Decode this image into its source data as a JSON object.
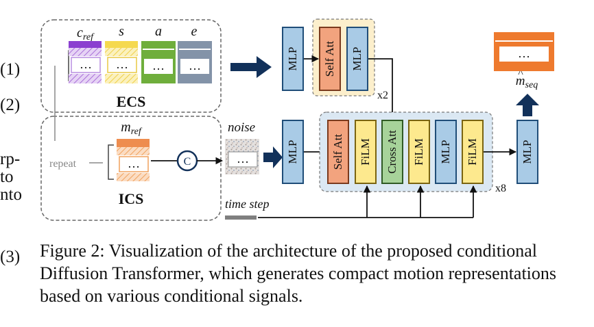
{
  "left_edge": {
    "eq1": "(1)",
    "eq2": "(2)",
    "eq3": "(3)",
    "cut_lines": [
      "rp-",
      "to",
      "nto"
    ]
  },
  "diagram": {
    "ecs": {
      "label": "ECS",
      "columns": [
        {
          "label": "c",
          "sub": "ref",
          "color": "#8b3fd0"
        },
        {
          "label": "s",
          "color": "#f5d94f"
        },
        {
          "label": "a",
          "color": "#6fae3c"
        },
        {
          "label": "e",
          "color": "#8393a8"
        }
      ]
    },
    "ics": {
      "label": "ICS",
      "m_label": "m",
      "m_sub": "ref",
      "repeat_label": "repeat",
      "concat_symbol": "C"
    },
    "noise_label": "noise",
    "time_step_label": "time step",
    "ellipsis": "…",
    "top_branch": {
      "mlp_left": "MLP",
      "self_att": "Self Att",
      "mlp_right": "MLP",
      "repeat": "x2"
    },
    "bottom_branch": {
      "mlp_input": "MLP",
      "blocks": [
        "Self Att",
        "FiLM",
        "Cross Att",
        "FiLM",
        "MLP",
        "FiLM"
      ],
      "repeat": "x8",
      "mlp_output": "MLP"
    },
    "output": {
      "label": "m",
      "accent": "^",
      "sub": "seq"
    },
    "colors": {
      "mlp": "#a9cbe6",
      "self_att": "#f2a37e",
      "film": "#fde98e",
      "cross_att": "#a7d39a",
      "arrow_blue": "#12315a",
      "output_orange": "#ee7a2e",
      "highlight_top": "#fcefcc",
      "highlight_bottom": "#dbe8f3"
    }
  },
  "caption": "Figure 2: Visualization of the architecture of the proposed conditional Diffusion Transformer, which generates compact motion representations based on various conditional signals."
}
